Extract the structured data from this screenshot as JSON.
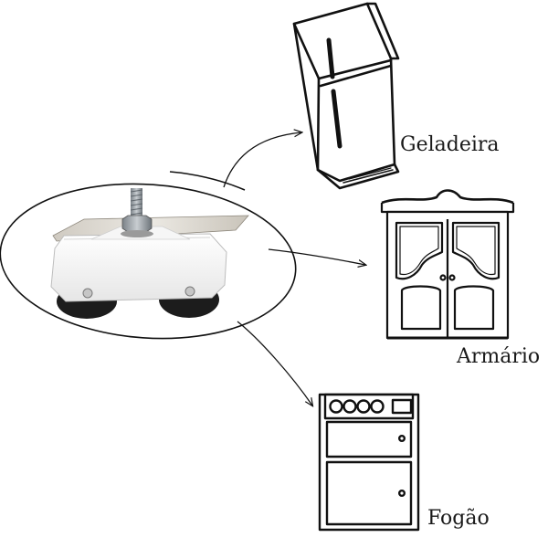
{
  "labels": {
    "fridge": "Geladeira",
    "wardrobe": "Armário",
    "stove": "Fogão"
  },
  "colors": {
    "ink": "#111111",
    "caster_body": "#f2f2f2",
    "caster_plate": "#d9d6cf",
    "wheel": "#1c1c1c",
    "bolt": "#9aa0a6"
  },
  "icons": {
    "source": "furniture-caster-dolly-photo",
    "targets": [
      "refrigerator-icon",
      "wardrobe-icon",
      "stove-icon"
    ]
  }
}
